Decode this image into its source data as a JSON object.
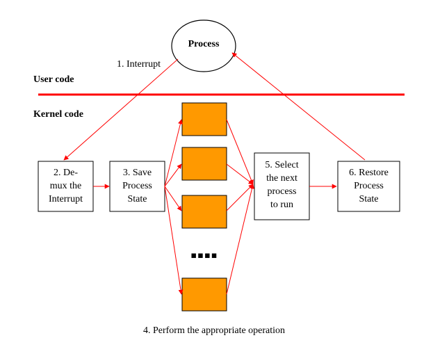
{
  "colors": {
    "divider": "#ff0000",
    "arrow": "#ff0000",
    "operation_box_fill": "#ff9900",
    "box_stroke": "#000000"
  },
  "labels": {
    "process": "Process",
    "interrupt": "1. Interrupt",
    "user_code": "User code",
    "kernel_code": "Kernel code",
    "footer": "4. Perform the appropriate operation",
    "ellipsis": "▪▪▪▪"
  },
  "boxes": {
    "demux": [
      "2. De-",
      "mux the",
      "Interrupt"
    ],
    "save": [
      "3. Save",
      "Process",
      "State"
    ],
    "select": [
      "5. Select",
      "the next",
      "process",
      "to run"
    ],
    "restore": [
      "6. Restore",
      "Process",
      "State"
    ]
  },
  "operation_boxes": 4
}
